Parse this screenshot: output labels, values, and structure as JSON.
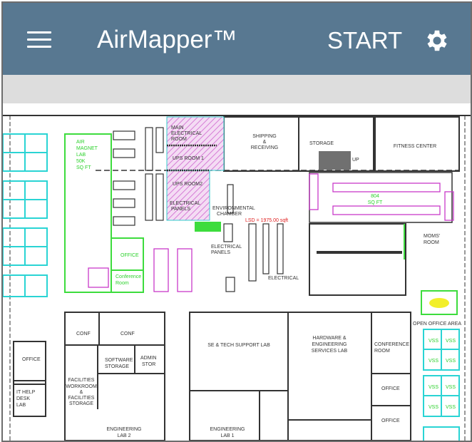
{
  "appbar": {
    "menu_icon": "hamburger-menu-icon",
    "title": "AirMapper™",
    "start_label": "START",
    "settings_icon": "gear-icon",
    "color": "#587891"
  },
  "floorplan": {
    "rooms": {
      "main_electrical": [
        "MAIN",
        "ELECTRICAL",
        "ROOM"
      ],
      "ups1": "UPS ROOM 1",
      "ups2": "UPS ROOM2",
      "elec_panels_1": [
        "ELECTRICAL",
        "PANELS"
      ],
      "shipping": [
        "SHIPPING",
        "&",
        "RECEIVING"
      ],
      "storage": "STORAGE",
      "stairs_up": "UP",
      "fitness": "FITNESS CENTER",
      "airmagnet_lab": [
        "AIR",
        "MAGNET",
        "LAB",
        "50K",
        "SQ FT"
      ],
      "env_chamber": [
        "ENVIRONMENTAL",
        "CHAMBER"
      ],
      "lsd": "LSD = 1975.00 sqft",
      "elec_panels_2": [
        "ELECTRICAL",
        "PANELS"
      ],
      "electrical": "ELECTRICAL",
      "office_green": "OFFICE",
      "conference_green": [
        "Conference",
        "Room"
      ],
      "sqft_804": [
        "804",
        "SQ FT"
      ],
      "moms_room": [
        "MOMS'",
        "ROOM"
      ],
      "open_office": "OPEN OFFICE AREA",
      "vss": "VSS",
      "conf_1": "CONF",
      "conf_2": "CONF",
      "office_left": "OFFICE",
      "software_storage": [
        "SOFTWARE",
        "STORAGE"
      ],
      "admin_stor": [
        "ADMIN",
        "STOR"
      ],
      "facilities": [
        "FACILITIES",
        "WORKROOM",
        "&",
        "FACILITIES",
        "STORAGE"
      ],
      "it_help": [
        "IT HELP",
        "DESK",
        "LAB"
      ],
      "eng_lab_2": [
        "ENGINEERING",
        "LAB 2"
      ],
      "se_tech": "SE & TECH SUPPORT LAB",
      "hardware": [
        "HARDWARE &",
        "ENGINEERING",
        "SERVICES LAB"
      ],
      "conference_room": [
        "CONFERENCE",
        "ROOM"
      ],
      "office_r1": "OFFICE",
      "office_r2": "OFFICE",
      "eng_lab_1": [
        "ENGINEERING",
        "LAB 1"
      ]
    }
  }
}
